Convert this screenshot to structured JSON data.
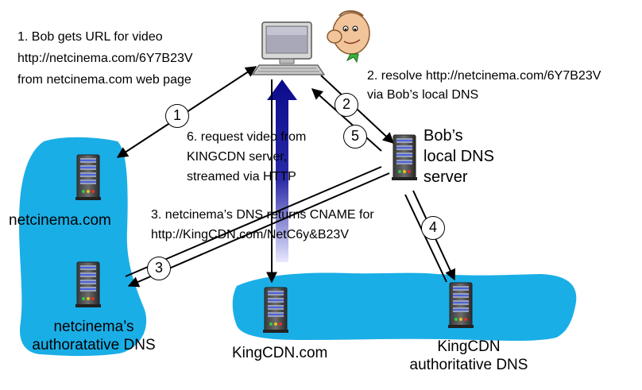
{
  "notes": {
    "step1": [
      "1. Bob gets URL for video",
      "http://netcinema.com/6Y7B23V",
      "from netcinema.com web page"
    ],
    "step2": [
      "2. resolve http://netcinema.com/6Y7B23V",
      "via Bob’s local DNS"
    ],
    "step3_line1_pre": "3. netcinema’s DNS returns CNAME for",
    "step3_line2": "http://KingCDN.com/NetC6y&B23V",
    "step6": [
      "6. request video from",
      "KINGCDN server,",
      "streamed via HTTP"
    ]
  },
  "nodes": {
    "netcinema": "netcinema.com",
    "netcinema_dns": [
      "netcinema’s",
      "authoratative DNS"
    ],
    "kingcdn": "KingCDN.com",
    "kingcdn_dns": [
      "KingCDN",
      "authoritative DNS"
    ],
    "local_dns": [
      "Bob’s",
      "local DNS",
      "server"
    ]
  },
  "step_numbers": [
    "1",
    "2",
    "3",
    "4",
    "5"
  ],
  "icons": [
    "client-computer-icon",
    "user-face-icon",
    "server-icon"
  ],
  "colors": {
    "cloud": "#1aaee6",
    "arrow_blue": "#0a0a8c",
    "arrow": "#000000"
  }
}
